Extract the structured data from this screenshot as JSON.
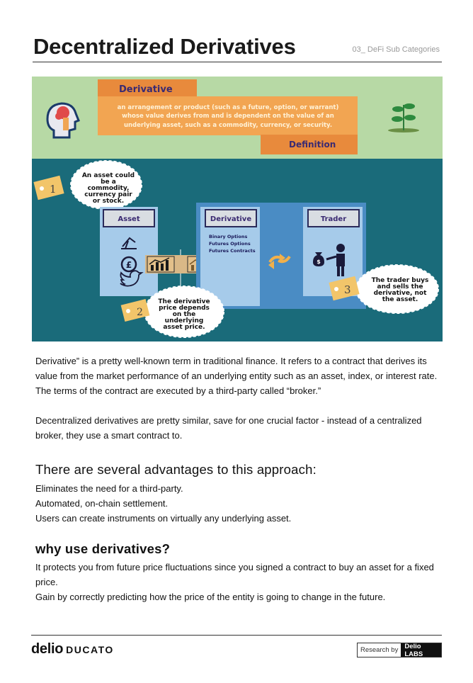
{
  "header": {
    "title": "Decentralized Derivatives",
    "section": "03_ DeFi Sub Categories"
  },
  "infographic": {
    "banner_title": "Derivative",
    "definition_text_lines": [
      "an arrangement or product (such as a future, option, or warrant)",
      "whose value derives from and is dependent on the value of an",
      "underlying asset, such as a commodity, currency, or security."
    ],
    "definition_label": "Definition",
    "asset_bubble_lines": [
      "An asset could",
      "be a",
      "commodity,",
      "currency pair",
      "or stock."
    ],
    "price_bubble_lines": [
      "The derivative",
      "price depends",
      "on the",
      "underlying",
      "asset price."
    ],
    "trader_bubble_lines": [
      "The trader buys",
      "and sells the",
      "derivative, not",
      "the asset."
    ],
    "panel_asset_label": "Asset",
    "panel_derivative_label": "Derivative",
    "panel_trader_label": "Trader",
    "derivative_items": [
      "Binary Options",
      "Futures Options",
      "Futures Contracts"
    ],
    "tag_numbers": [
      "1",
      "2",
      "3"
    ],
    "colors": {
      "top_bg": "#b7d9a5",
      "bottom_bg": "#1a6b7a",
      "banner": "#f0a553",
      "panel": "#a6cbea",
      "panel_mid": "#4a8cc4",
      "panel_header": "#d9dde2",
      "header_text": "#3a2a72",
      "tag": "#f2c56a"
    }
  },
  "body": {
    "p1": "Derivative” is a pretty well-known term in traditional finance. It refers to a contract that derives its value from the market performance of an underlying entity such as an asset, index, or interest rate. The terms of the contract are executed by a third-party called “broker.”",
    "p2": "Decentralized derivatives are pretty similar, save for one crucial factor - instead of a centralized broker, they use a smart contract to.",
    "advantages_heading": "There are several advantages to this approach:",
    "advantages": [
      "Eliminates the need for a third-party.",
      "Automated, on-chain settlement.",
      "Users can create instruments on virtually any underlying asset."
    ],
    "why_heading": "why use derivatives?",
    "why_items": [
      "It protects you from future price fluctuations since you signed a contract to buy an asset for a fixed price.",
      "Gain by correctly predicting how the price of the entity is going to change in the future."
    ]
  },
  "footer": {
    "brand_primary": "delio",
    "brand_secondary": "DUCATO",
    "research_label": "Research by",
    "research_brand": "Delio LABS"
  }
}
